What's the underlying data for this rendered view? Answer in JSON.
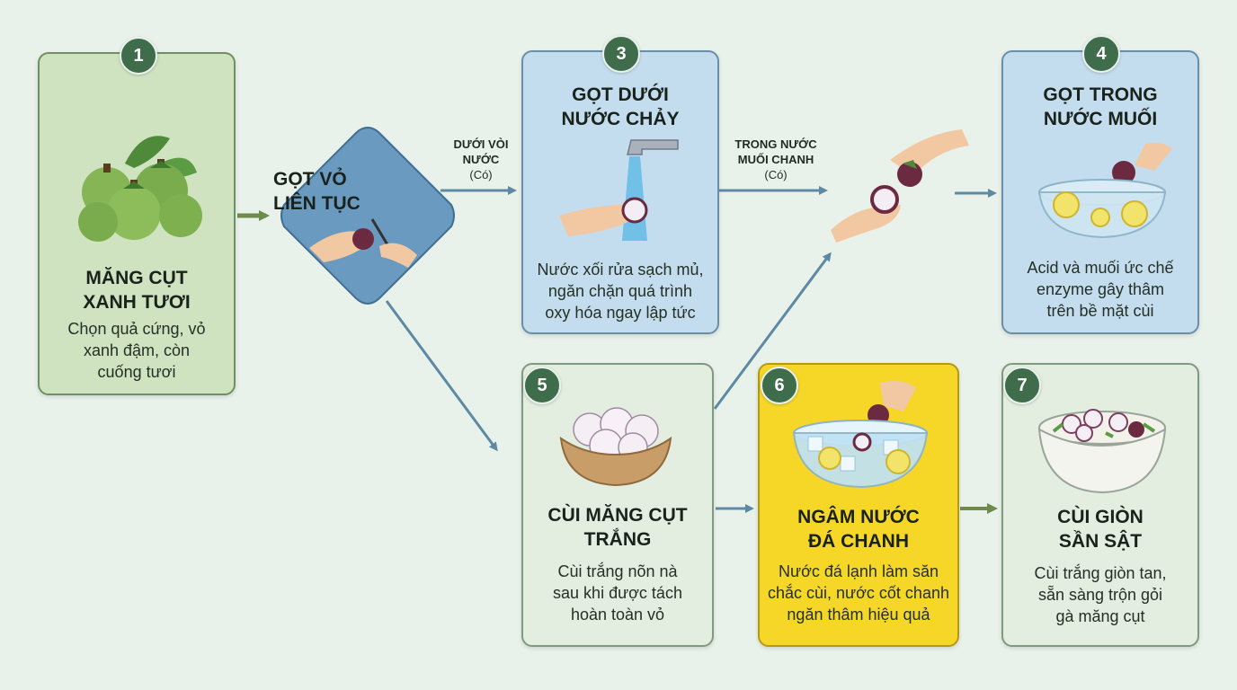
{
  "steps": [
    {
      "num": "1",
      "title_l1": "MĂNG CỤT",
      "title_l2": "XANH TƯƠI",
      "desc_l1": "Chọn quả cứng, vỏ",
      "desc_l2": "xanh đậm, còn",
      "desc_l3": "cuống tươi"
    },
    {
      "title_l1": "GỌT VỎ",
      "title_l2": "LIÊN TỤC"
    },
    {
      "num": "3",
      "title_l1": "GỌT DƯỚI",
      "title_l2": "NƯỚC CHẢY",
      "desc_l1": "Nước xối rửa sạch mủ,",
      "desc_l2": "ngăn chặn quá trình",
      "desc_l3": "oxy hóa ngay lập tức"
    },
    {
      "num": "4",
      "title_l1": "GỌT TRONG",
      "title_l2": "NƯỚC MUỐI",
      "desc_l1": "Acid và muối ức chế",
      "desc_l2": "enzyme gây thâm",
      "desc_l3": "trên bề mặt cùi"
    },
    {
      "num": "5",
      "title_l1": "CÙI MĂNG CỤT",
      "title_l2": "TRẮNG",
      "desc_l1": "Cùi trắng nõn nà",
      "desc_l2": "sau khi được tách",
      "desc_l3": "hoàn toàn vỏ"
    },
    {
      "num": "6",
      "title_l1": "NGÂM NƯỚC",
      "title_l2": "ĐÁ CHANH",
      "desc_l1": "Nước đá lạnh làm săn",
      "desc_l2": "chắc cùi, nước cốt chanh",
      "desc_l3": "ngăn thâm hiệu quả"
    },
    {
      "num": "7",
      "title_l1": "CÙI GIÒN",
      "title_l2": "SẦN SẬT",
      "desc_l1": "Cùi trắng giòn tan,",
      "desc_l2": "sẵn sàng trộn gỏi",
      "desc_l3": "gà măng cụt"
    }
  ],
  "edges": {
    "tap_l1": "DƯỚI VÒI",
    "tap_l2": "NƯỚC",
    "tap_l3": "(Có)",
    "salt_l1": "TRONG NƯỚC",
    "salt_l2": "MUỐI CHANH",
    "salt_l3": "(Có)"
  },
  "colors": {
    "step_badge": "#3f6d4c",
    "arrow": "#5d8aa2",
    "arrow_green": "#6e8a4d",
    "highlight": "#f6d728"
  }
}
